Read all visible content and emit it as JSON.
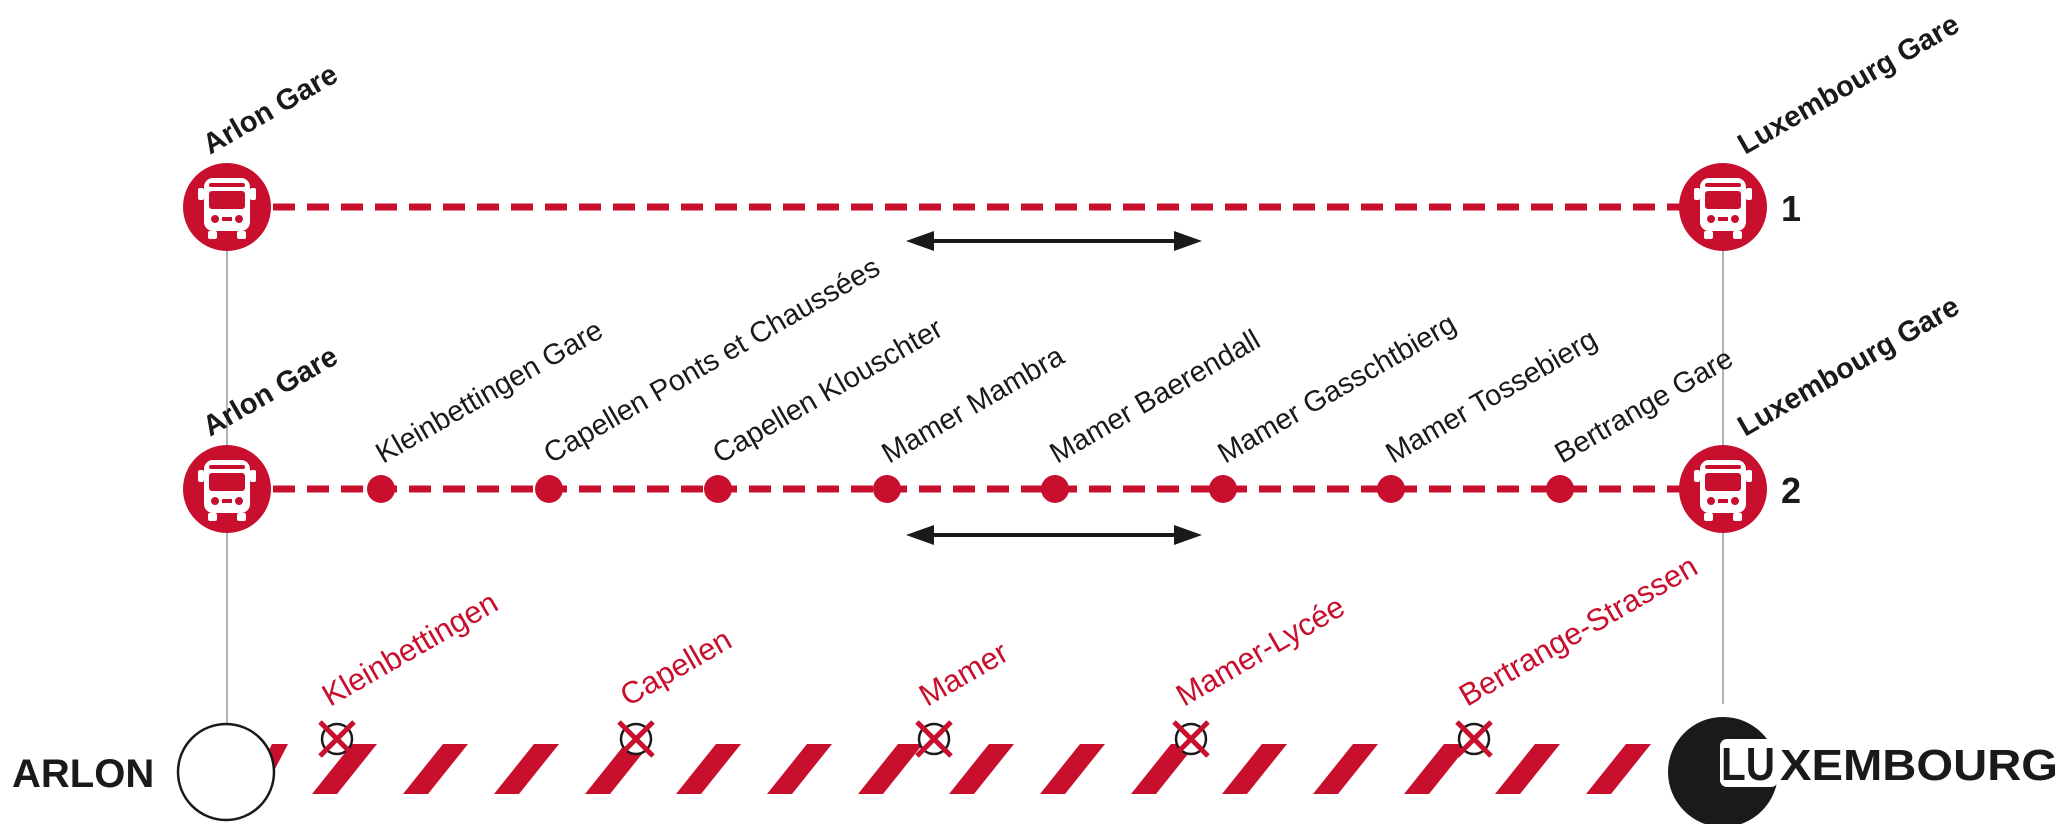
{
  "colors": {
    "accent": "#c8102e",
    "ink": "#1a1a1a",
    "connector": "#9a9a9a",
    "background": "#ffffff"
  },
  "icons": {
    "terminal": "bus-icon",
    "closed_station": "closed-station-x-icon",
    "direction": "double-arrow-icon"
  },
  "line1": {
    "number": "1",
    "start": "Arlon Gare",
    "end": "Luxembourg Gare"
  },
  "line2": {
    "number": "2",
    "start": "Arlon Gare",
    "end": "Luxembourg Gare",
    "stops": [
      "Kleinbettingen Gare",
      "Capellen Ponts et Chaussées",
      "Capellen Klouschter",
      "Mamer Mambra",
      "Mamer Baerendall",
      "Mamer Gasschtbierg",
      "Mamer Tossebierg",
      "Bertrange Gare"
    ]
  },
  "rail": {
    "start_city": "ARLON",
    "end_city": "LUXEMBOURG",
    "end_logo": "LU",
    "end_city_rest": "XEMBOURG",
    "closed_stations": [
      "Kleinbettingen",
      "Capellen",
      "Mamer",
      "Mamer-Lycée",
      "Bertrange-Strassen"
    ]
  }
}
